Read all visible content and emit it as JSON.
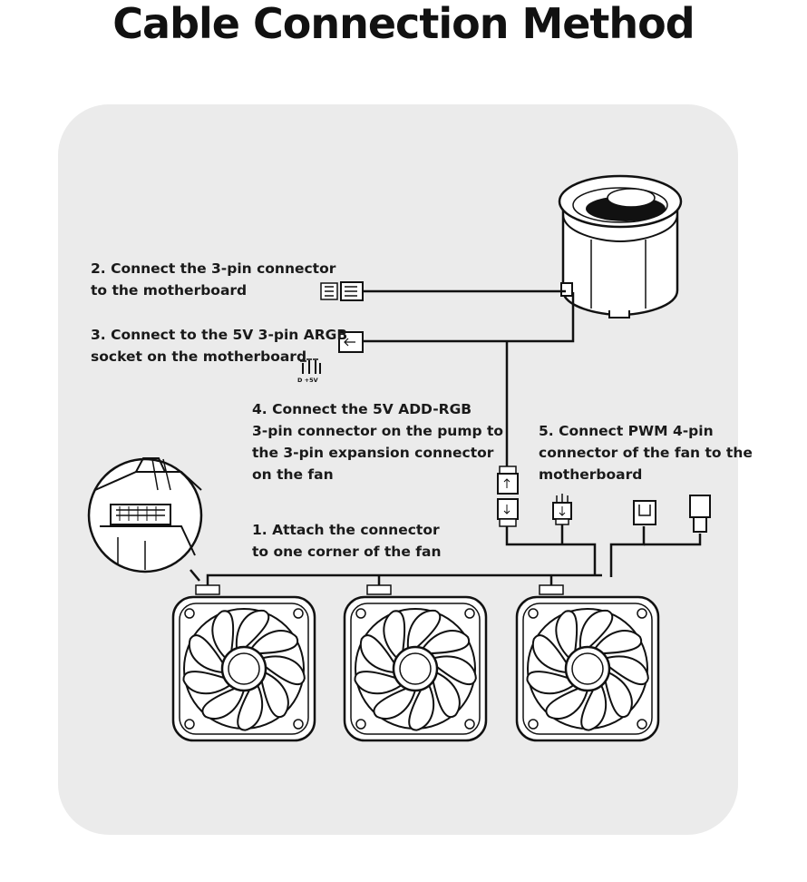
{
  "title": "Cable Connection Method",
  "steps": {
    "step1": {
      "line1": "1. Attach the connector",
      "line2": "to one corner of the fan"
    },
    "step2": {
      "line1": "2. Connect  the 3-pin connector",
      "line2": "to the motherboard"
    },
    "step3": {
      "line1": "3. Connect to the 5V 3-pin ARGB",
      "line2": "socket on the motherboard"
    },
    "step4": {
      "line1": "4. Connect  the 5V ADD-RGB",
      "line2": "3-pin connector on the pump to",
      "line3": "the 3-pin expansion connector",
      "line4": "on the fan"
    },
    "step5": {
      "line1": "5. Connect PWM 4-pin",
      "line2": "connector of the fan to the",
      "line3": "motherboard"
    }
  },
  "pin_label": "D +5V",
  "colors": {
    "background": "#ffffff",
    "panel": "#ebebeb",
    "line": "#111111"
  },
  "icons": [
    "pump-head-icon",
    "fan-icon",
    "connector-closeup-icon",
    "3-pin-connector-icon",
    "argb-connector-icon",
    "pwm-connector-icon"
  ]
}
